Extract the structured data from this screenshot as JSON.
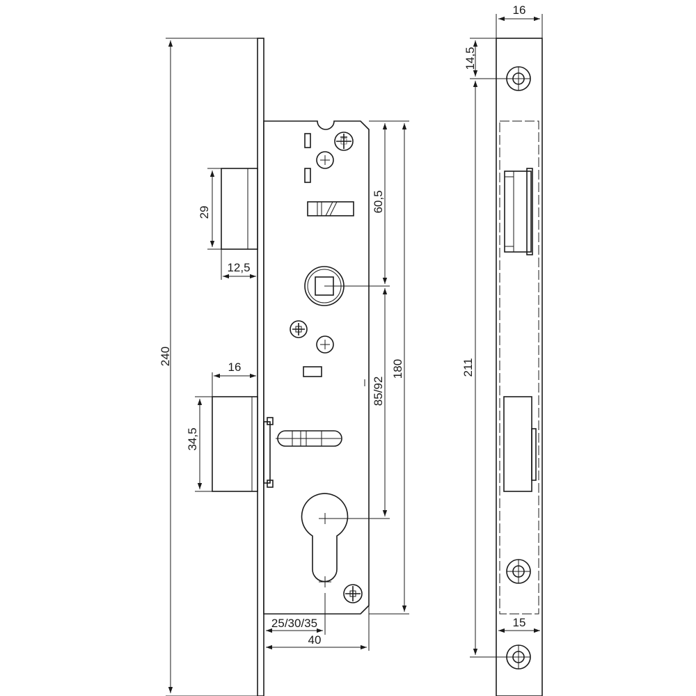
{
  "dimensions": {
    "total_height": "240",
    "bolt_height": "29",
    "bolt_projection": "12,5",
    "latch_width": "16",
    "latch_height": "34,5",
    "follower_distance": "60,5",
    "center_distance": "85/92",
    "case_height": "180",
    "backset": "25/30/35",
    "case_depth": "40",
    "faceplate_width": "16",
    "screw_offset_top": "14,5",
    "screw_spacing": "211",
    "faceplate_inner_width": "15"
  },
  "colors": {
    "line": "#1a1a1a",
    "background": "#ffffff"
  }
}
